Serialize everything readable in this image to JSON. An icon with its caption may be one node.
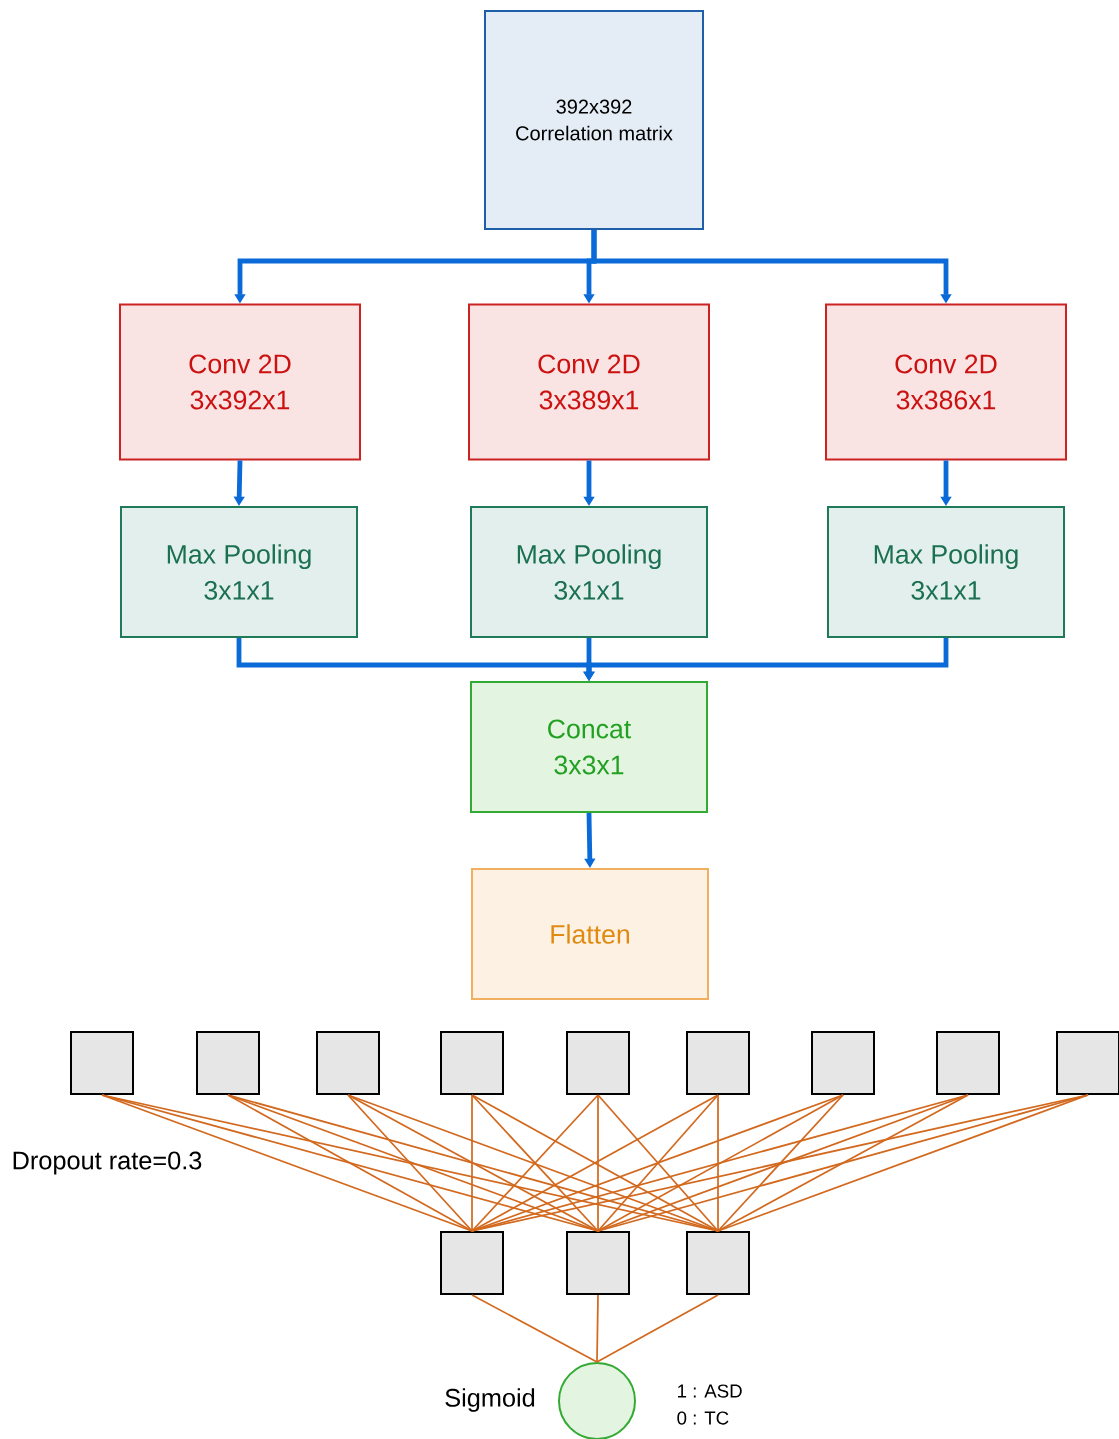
{
  "diagram": {
    "nodes": [
      {
        "text": [
          "392x392",
          "Correlation matrix"
        ]
      },
      {
        "text": [
          "Conv 2D",
          "3x392x1"
        ]
      },
      {
        "text": [
          "Conv 2D",
          "3x389x1"
        ]
      },
      {
        "text": [
          "Conv 2D",
          "3x386x1"
        ]
      },
      {
        "text": [
          "Max Pooling",
          "3x1x1"
        ]
      },
      {
        "text": [
          "Max Pooling",
          "3x1x1"
        ]
      },
      {
        "text": [
          "Max Pooling",
          "3x1x1"
        ]
      },
      {
        "text": [
          "Concat",
          "3x3x1"
        ]
      },
      {
        "text": [
          "Flatten"
        ]
      },
      {
        "text": [],
        "shape": "box"
      },
      {
        "text": [],
        "shape": "box"
      },
      {
        "text": [],
        "shape": "box"
      },
      {
        "text": [],
        "shape": "box"
      },
      {
        "text": [],
        "shape": "box"
      },
      {
        "text": [],
        "shape": "box"
      },
      {
        "text": [],
        "shape": "box"
      },
      {
        "text": [],
        "shape": "box"
      },
      {
        "text": [],
        "shape": "box"
      },
      {
        "text": [],
        "shape": "box"
      },
      {
        "text": [],
        "shape": "box"
      },
      {
        "text": [],
        "shape": "box"
      },
      {
        "text": [],
        "shape": "circle",
        "beside": [
          "Sigmoid",
          "1 : ASD",
          "0 : TC"
        ]
      }
    ],
    "edges": [
      {
        "from": 0,
        "to": 1,
        "arrow": "to",
        "style": "thick",
        "color": "#0a6ad8"
      },
      {
        "from": 0,
        "to": 2,
        "arrow": "to",
        "style": "thick",
        "color": "#0a6ad8"
      },
      {
        "from": 0,
        "to": 3,
        "arrow": "to",
        "style": "thick",
        "color": "#0a6ad8"
      },
      {
        "from": 1,
        "to": 4,
        "arrow": "to",
        "style": "thick",
        "color": "#0a6ad8"
      },
      {
        "from": 2,
        "to": 5,
        "arrow": "to",
        "style": "thick",
        "color": "#0a6ad8"
      },
      {
        "from": 3,
        "to": 6,
        "arrow": "to",
        "style": "thick",
        "color": "#0a6ad8"
      },
      {
        "from": 4,
        "to": 7,
        "arrow": "to",
        "style": "thick",
        "color": "#0a6ad8"
      },
      {
        "from": 5,
        "to": 7,
        "arrow": "to",
        "style": "thick",
        "color": "#0a6ad8"
      },
      {
        "from": 6,
        "to": 7,
        "arrow": "to",
        "style": "thick",
        "color": "#0a6ad8"
      },
      {
        "from": 7,
        "to": 8,
        "arrow": "to",
        "style": "thick",
        "color": "#0a6ad8"
      },
      {
        "from": 9,
        "to": 18,
        "arrow": "none"
      },
      {
        "from": 9,
        "to": 19,
        "arrow": "none"
      },
      {
        "from": 9,
        "to": 20,
        "arrow": "none"
      },
      {
        "from": 10,
        "to": 18,
        "arrow": "none"
      },
      {
        "from": 10,
        "to": 19,
        "arrow": "none"
      },
      {
        "from": 10,
        "to": 20,
        "arrow": "none"
      },
      {
        "from": 11,
        "to": 18,
        "arrow": "none"
      },
      {
        "from": 11,
        "to": 19,
        "arrow": "none"
      },
      {
        "from": 11,
        "to": 20,
        "arrow": "none"
      },
      {
        "from": 12,
        "to": 18,
        "arrow": "none"
      },
      {
        "from": 12,
        "to": 19,
        "arrow": "none"
      },
      {
        "from": 12,
        "to": 20,
        "arrow": "none"
      },
      {
        "from": 13,
        "to": 18,
        "arrow": "none"
      },
      {
        "from": 13,
        "to": 19,
        "arrow": "none"
      },
      {
        "from": 13,
        "to": 20,
        "arrow": "none"
      },
      {
        "from": 14,
        "to": 18,
        "arrow": "none"
      },
      {
        "from": 14,
        "to": 19,
        "arrow": "none"
      },
      {
        "from": 14,
        "to": 20,
        "arrow": "none"
      },
      {
        "from": 15,
        "to": 18,
        "arrow": "none"
      },
      {
        "from": 15,
        "to": 19,
        "arrow": "none"
      },
      {
        "from": 15,
        "to": 20,
        "arrow": "none"
      },
      {
        "from": 16,
        "to": 18,
        "arrow": "none"
      },
      {
        "from": 16,
        "to": 19,
        "arrow": "none"
      },
      {
        "from": 16,
        "to": 20,
        "arrow": "none"
      },
      {
        "from": 17,
        "to": 18,
        "arrow": "none"
      },
      {
        "from": 17,
        "to": 19,
        "arrow": "none"
      },
      {
        "from": 17,
        "to": 20,
        "arrow": "none"
      },
      {
        "from": 18,
        "to": 21,
        "arrow": "none"
      },
      {
        "from": 19,
        "to": 21,
        "arrow": "none"
      },
      {
        "from": 20,
        "to": 21,
        "arrow": "none"
      }
    ],
    "labels": [
      "Dropout rate=0.3"
    ]
  }
}
